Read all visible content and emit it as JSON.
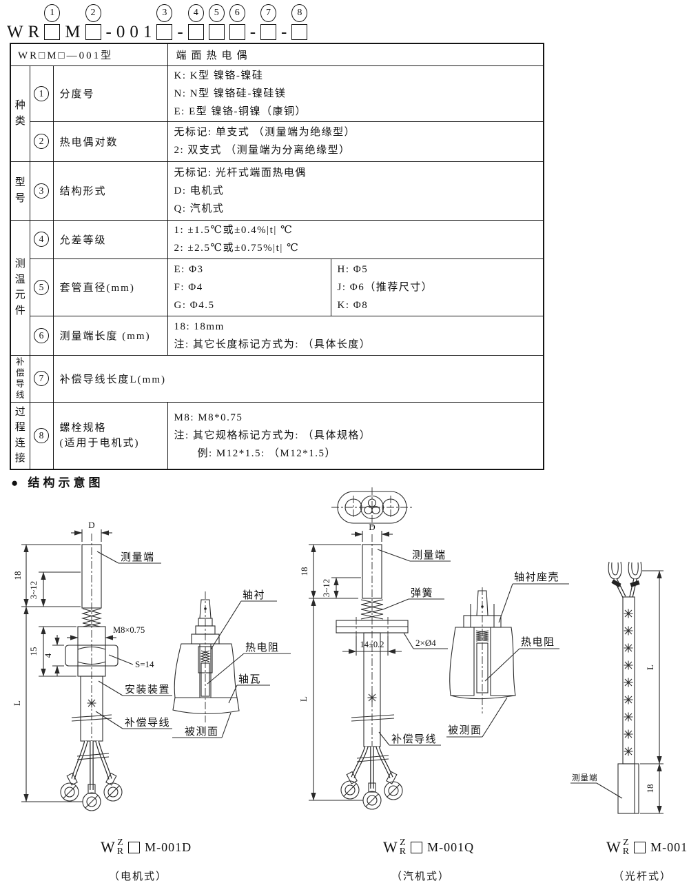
{
  "model_code": {
    "units": [
      {
        "ch": "W"
      },
      {
        "ch": "R"
      },
      {
        "box": true,
        "num": "1"
      },
      {
        "ch": "M"
      },
      {
        "box": true,
        "num": "2"
      },
      {
        "ch": "-"
      },
      {
        "ch": "0"
      },
      {
        "ch": "0"
      },
      {
        "ch": "1"
      },
      {
        "box": true,
        "num": "3"
      },
      {
        "ch": "-"
      },
      {
        "box": true,
        "num": "4"
      },
      {
        "box": true,
        "num": "5"
      },
      {
        "box": true,
        "num": "6"
      },
      {
        "ch": "-"
      },
      {
        "box": true,
        "num": "7"
      },
      {
        "ch": "-"
      },
      {
        "box": true,
        "num": "8"
      }
    ]
  },
  "table": {
    "header": {
      "model": "WR□M□—001型",
      "name": "端面热电偶"
    },
    "cat_kind": "种类",
    "cat_model": "型号",
    "cat_element": "测温元件",
    "cat_wire_l1": "补偿",
    "cat_wire_l2": "导线",
    "cat_process": "过程连接",
    "r1": {
      "num": "1",
      "label": "分度号",
      "lines": [
        "K: K型  镍铬-镍硅",
        "N: N型  镍铬硅-镍硅镁",
        "E: E型  镍铬-铜镍（康铜）"
      ]
    },
    "r2": {
      "num": "2",
      "label": "热电偶对数",
      "lines": [
        "无标记: 单支式 （测量端为绝缘型）",
        "2: 双支式 （测量端为分离绝缘型）"
      ]
    },
    "r3": {
      "num": "3",
      "label": "结构形式",
      "lines": [
        "无标记: 光杆式端面热电偶",
        "D: 电机式",
        "Q: 汽机式"
      ]
    },
    "r4": {
      "num": "4",
      "label": "允差等级",
      "lines": [
        "1: ±1.5℃或±0.4%|t| ℃",
        "2: ±2.5℃或±0.75%|t| ℃"
      ]
    },
    "r5": {
      "num": "5",
      "label": "套管直径(mm)",
      "left": [
        "E: Φ3",
        "F: Φ4",
        "G: Φ4.5"
      ],
      "right": [
        "H: Φ5",
        "J: Φ6（推荐尺寸）",
        "K: Φ8"
      ]
    },
    "r6": {
      "num": "6",
      "label": "测量端长度 (mm)",
      "lines": [
        "18: 18mm",
        "注: 其它长度标记方式为: （具体长度）"
      ]
    },
    "r7": {
      "num": "7",
      "label": "补偿导线长度L(mm)"
    },
    "r8": {
      "num": "8",
      "label_l1": "螺栓规格",
      "label_l2": "(适用于电机式)",
      "lines": [
        "M8: M8*0.75",
        "注: 其它规格标记方式为: （具体规格）",
        "例: M12*1.5: （M12*1.5）"
      ]
    }
  },
  "diagrams": {
    "section_bullet": "●",
    "section_title": "结构示意图",
    "d1": {
      "labels": {
        "measuring_end": "测量端",
        "thread": "M8×0.75",
        "wrench": "S=14",
        "mounting": "安装装置",
        "comp_wire": "补偿导线"
      },
      "dims": {
        "D": "D",
        "len18": "18",
        "range312": "3~12",
        "len15": "15",
        "len4": "4",
        "L": "L"
      },
      "caption": {
        "w": "W",
        "z": "Z",
        "r": "R",
        "model": "M-001D",
        "type": "（电机式）"
      }
    },
    "d2": {
      "labels": {
        "bushing": "轴衬",
        "thermo": "热电阻",
        "bearing_shell": "轴瓦",
        "measured_surface": "被测面"
      }
    },
    "d3": {
      "labels": {
        "measuring_end": "测量端",
        "spring": "弹簧",
        "comp_wire": "补偿导线"
      },
      "dims": {
        "D": "D",
        "len18": "18",
        "range312": "3~12",
        "spacing": "14±0.2",
        "holes": "2×Ø4",
        "L": "L"
      },
      "caption": {
        "w": "W",
        "z": "Z",
        "r": "R",
        "model": "M-001Q",
        "type": "（汽机式）"
      }
    },
    "d4": {
      "labels": {
        "housing": "轴衬座壳",
        "thermo": "热电阻",
        "measured_surface": "被测面"
      }
    },
    "d5": {
      "labels": {
        "measuring_end": "测量端"
      },
      "dims": {
        "L": "L",
        "len18": "18"
      },
      "caption": {
        "w": "W",
        "z": "Z",
        "r": "R",
        "model": "M-001",
        "type": "（光杆式）"
      }
    }
  }
}
